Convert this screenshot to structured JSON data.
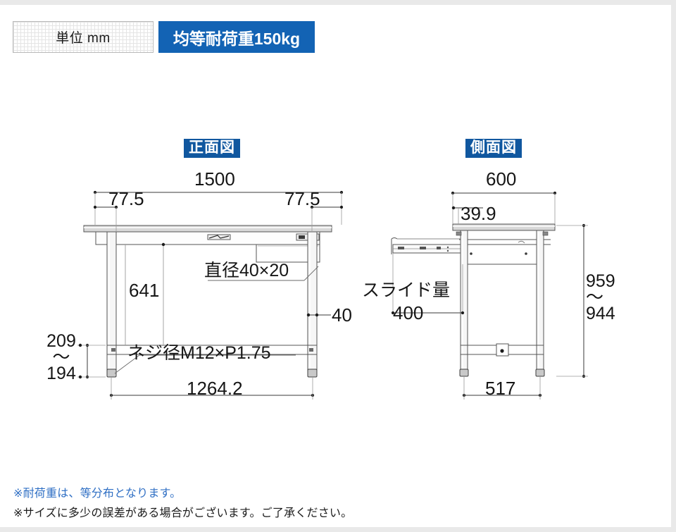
{
  "header": {
    "unit_badge": "単位 mm",
    "load_badge": "均等耐荷重150kg"
  },
  "views": {
    "front": {
      "title": "正面図",
      "dimensions": {
        "overall_width": "1500",
        "inset_left": "77.5",
        "inset_right": "77.5",
        "leg_clear_height": "641",
        "beam_offset": "40",
        "adjust_range": "209\n〜\n194",
        "adjust_top": "209",
        "adjust_tilde": "〜",
        "adjust_bottom": "194",
        "foot_span": "1264.2"
      },
      "callouts": {
        "pipe": "直径40×20",
        "screw": "ネジ径M12×P1.75"
      }
    },
    "side": {
      "title": "側面図",
      "dimensions": {
        "overall_depth": "600",
        "top_overhang": "39.9",
        "height_range_top": "959",
        "height_range_tilde": "〜",
        "height_range_bottom": "944",
        "foot_span": "517"
      },
      "callouts": {
        "slide_label": "スライド量",
        "slide_value": "400"
      }
    }
  },
  "notes": [
    "※耐荷重は、等分布となります。",
    "※サイズに多少の誤差がある場合がございます。ご了承ください。"
  ],
  "colors": {
    "badge_blue": "#1363b4",
    "title_blue": "#10579f",
    "note_blue": "#2f6fc4",
    "line": "#444444",
    "metal_fill": "#d6d6d6"
  }
}
